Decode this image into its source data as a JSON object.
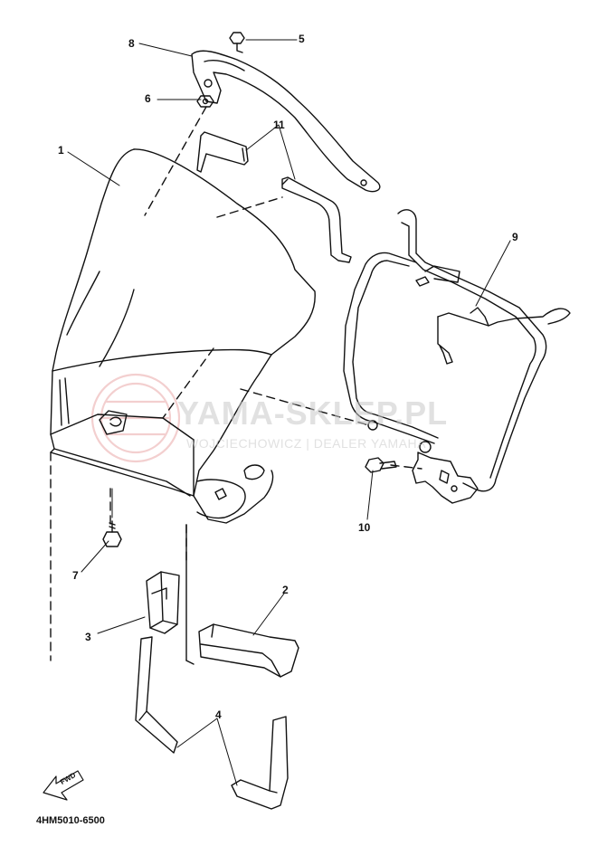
{
  "callouts": [
    {
      "id": "1",
      "label": "1"
    },
    {
      "id": "2",
      "label": "2"
    },
    {
      "id": "3",
      "label": "3"
    },
    {
      "id": "4",
      "label": "4"
    },
    {
      "id": "5",
      "label": "5"
    },
    {
      "id": "6",
      "label": "6"
    },
    {
      "id": "7",
      "label": "7"
    },
    {
      "id": "8",
      "label": "8"
    },
    {
      "id": "9",
      "label": "9"
    },
    {
      "id": "10",
      "label": "10"
    },
    {
      "id": "11",
      "label": "11"
    }
  ],
  "forward_arrow_label": "FWD",
  "part_code": "4HM5010-6500",
  "watermark": {
    "main": "YAMA-SKLEP.PL",
    "sub": "WOJCIECHOWICZ | DEALER YAMAHA",
    "color": "#e8b0b0"
  }
}
